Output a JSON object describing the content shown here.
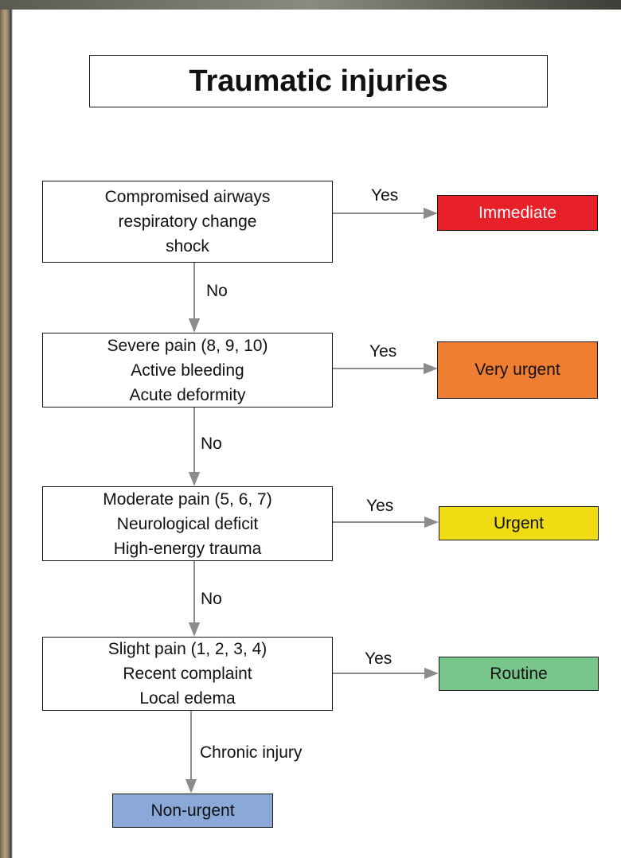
{
  "title": "Traumatic injuries",
  "colors": {
    "immediate": "#e8202a",
    "very_urgent": "#ef7d32",
    "urgent": "#efdc12",
    "routine": "#79c68d",
    "non_urgent": "#8aa8d8",
    "arrow": "#8c8c8c"
  },
  "steps": [
    {
      "lines": [
        "Compromised airways",
        "respiratory change",
        "shock"
      ],
      "yes_label": "Yes",
      "no_label": "No",
      "outcome": "Immediate"
    },
    {
      "lines": [
        "Severe pain (8, 9, 10)",
        "Active bleeding",
        "Acute deformity"
      ],
      "yes_label": "Yes",
      "no_label": "No",
      "outcome": "Very urgent"
    },
    {
      "lines": [
        "Moderate pain (5, 6, 7)",
        "Neurological deficit",
        "High-energy trauma"
      ],
      "yes_label": "Yes",
      "no_label": "No",
      "outcome": "Urgent"
    },
    {
      "lines": [
        "Slight pain (1, 2, 3, 4)",
        "Recent complaint",
        "Local edema"
      ],
      "yes_label": "Yes",
      "no_label": "Chronic injury",
      "outcome": "Routine"
    }
  ],
  "final_outcome": "Non-urgent"
}
